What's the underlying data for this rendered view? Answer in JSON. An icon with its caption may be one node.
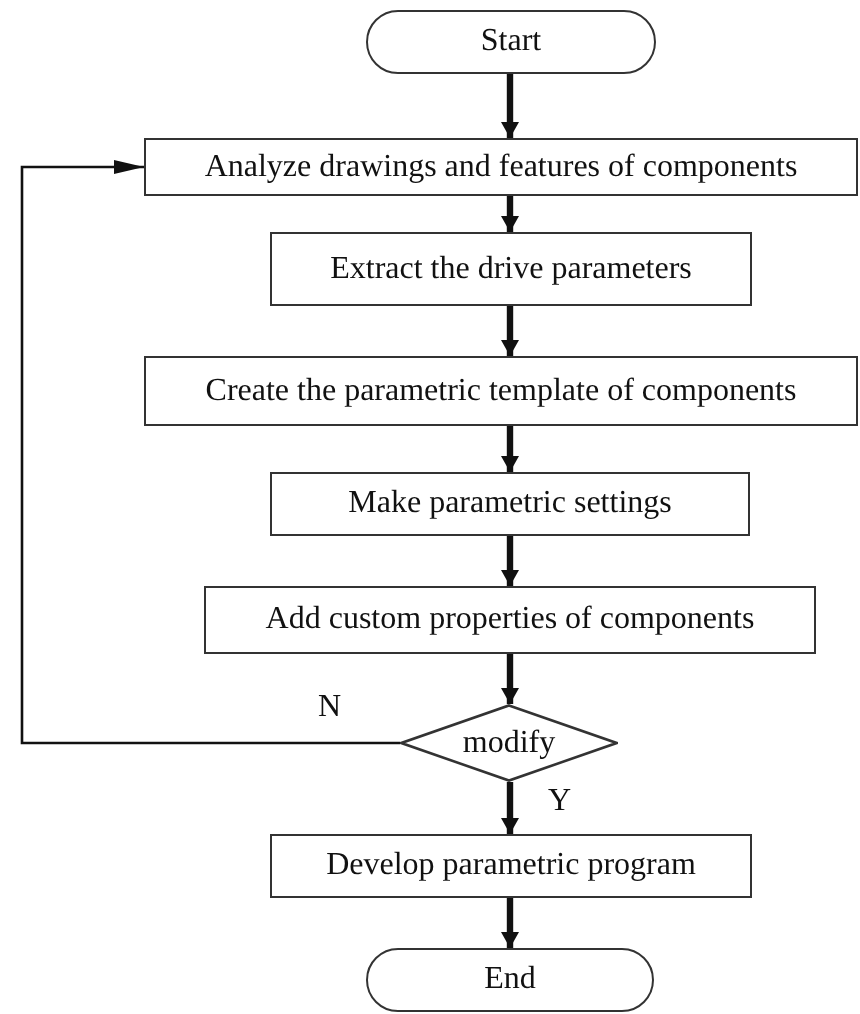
{
  "diagram": {
    "nodes": [
      {
        "text": [
          "Start"
        ]
      },
      {
        "text": [
          "Analyze drawings and features of components"
        ]
      },
      {
        "text": [
          "Extract the drive parameters"
        ]
      },
      {
        "text": [
          "Create the parametric template of components"
        ]
      },
      {
        "text": [
          "Make parametric  settings"
        ]
      },
      {
        "text": [
          "Add custom properties of components"
        ]
      },
      {
        "text": [
          "modify"
        ]
      },
      {
        "text": [
          "Develop parametric  program"
        ]
      },
      {
        "text": [
          "End"
        ]
      }
    ],
    "edges": [
      {
        "from": 0,
        "to": 1,
        "arrow": "to"
      },
      {
        "from": 1,
        "to": 2,
        "arrow": "to"
      },
      {
        "from": 2,
        "to": 3,
        "arrow": "to"
      },
      {
        "from": 3,
        "to": 4,
        "arrow": "to"
      },
      {
        "from": 4,
        "to": 5,
        "arrow": "to"
      },
      {
        "from": 5,
        "to": 6,
        "arrow": "to"
      },
      {
        "from": 6,
        "to": 1,
        "arrow": "to",
        "label": "N"
      },
      {
        "from": 6,
        "to": 7,
        "arrow": "to",
        "label": "Y"
      },
      {
        "from": 7,
        "to": 8,
        "arrow": "to"
      }
    ]
  }
}
